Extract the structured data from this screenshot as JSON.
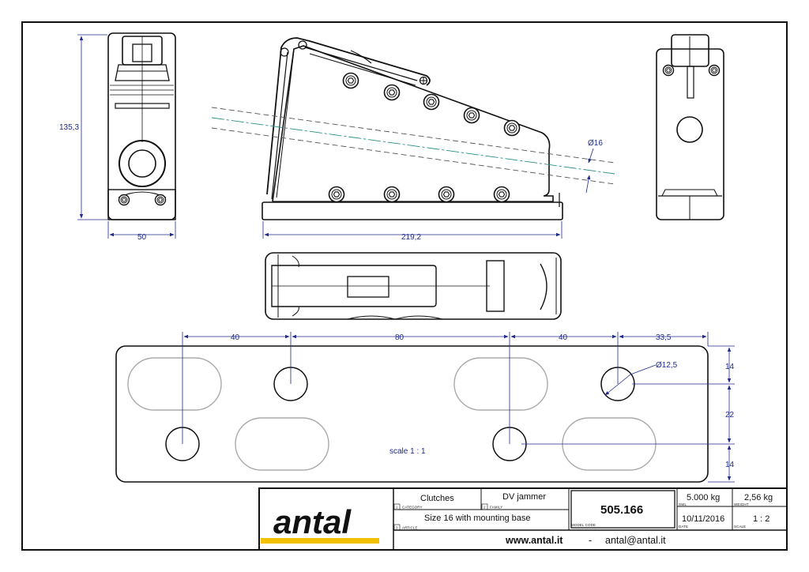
{
  "drawing": {
    "dimensions": {
      "height": "135,3",
      "width": "50",
      "length": "219,2",
      "line_diameter": "Ø16",
      "hole_spacing_1": "40",
      "hole_spacing_2": "80",
      "hole_spacing_3": "40",
      "edge_offset": "33,5",
      "hole_diameter": "Ø12,5",
      "v_top": "14",
      "v_mid": "22",
      "v_bottom": "14"
    },
    "scale_note": "scale 1 : 1"
  },
  "title_block": {
    "brand": "antal",
    "category_value": "Clutches",
    "category_label": "CATEGORY",
    "category_num": "1",
    "family_value": "DV jammer",
    "family_label": "FAMILY",
    "family_num": "2",
    "article_value": "Size 16 with mounting base",
    "article_label": "ARTICLE",
    "article_num": "3",
    "model_code_value": "505.166",
    "model_code_label": "MODEL CODE",
    "swl_value": "5.000 kg",
    "swl_label": "SWL",
    "weight_value": "2,56 kg",
    "weight_label": "WEIGHT",
    "date_value": "10/11/2016",
    "date_label": "DATE",
    "scale_value": "1 : 2",
    "scale_label": "SCALE",
    "website": "www.antal.it",
    "separator": "-",
    "email": "antal@antal.it"
  },
  "colors": {
    "dimension": "#1f2a8a",
    "line_centre": "#2a8f86",
    "logo_bar": "#f2c200",
    "outline": "#111111"
  }
}
